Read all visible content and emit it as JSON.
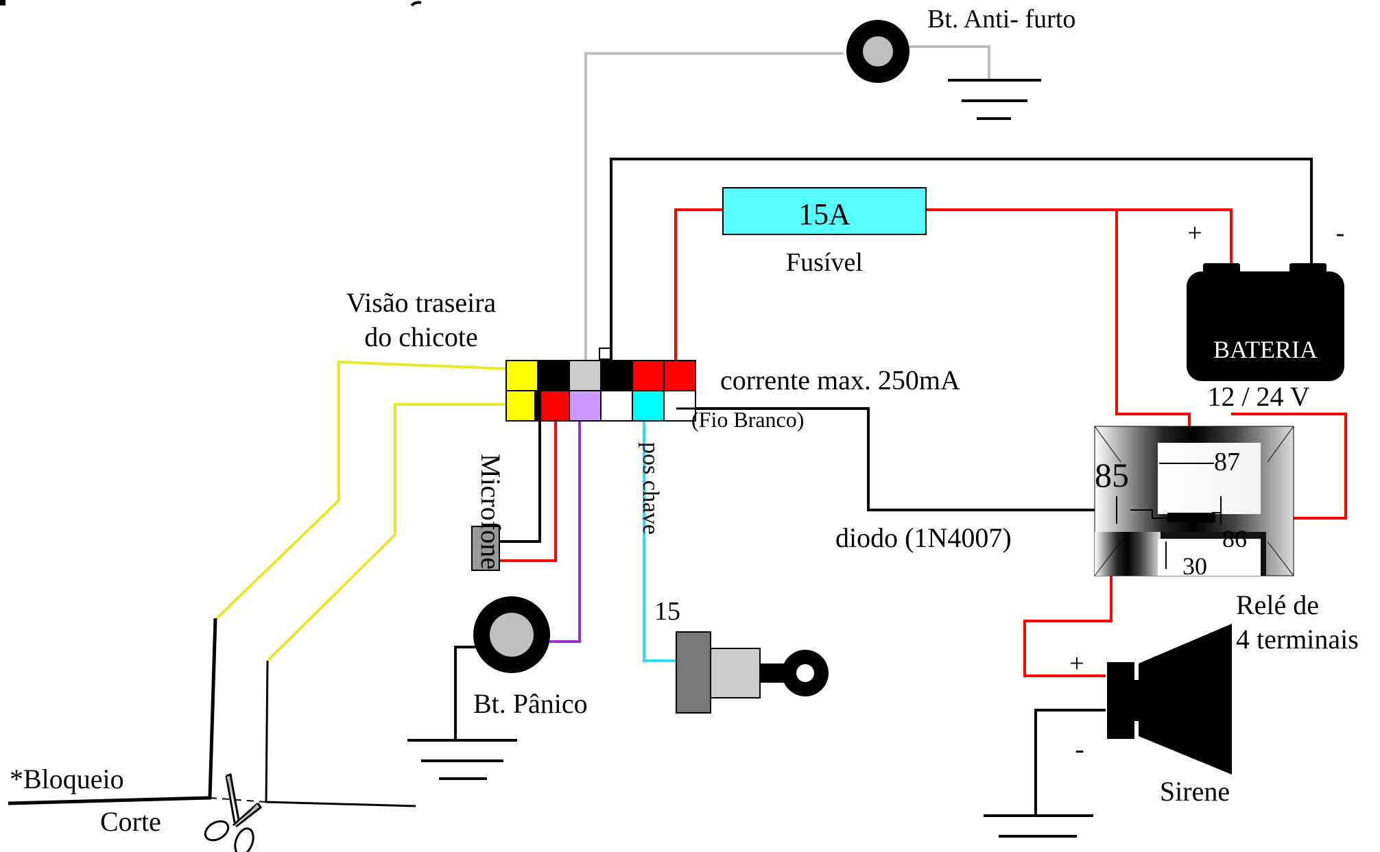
{
  "labels": {
    "anti_furto": "Bt. Anti- furto",
    "fuse_value": "15A",
    "fuse_label": "Fusível",
    "plus": "+",
    "minus": "-",
    "bateria": "BATERIA",
    "bateria_voltage": "12 / 24 V",
    "visao_line1": "Visão traseira",
    "visao_line2": "do chicote",
    "corrente": "corrente max. 250mA",
    "fio_branco": "(Fio Branco)",
    "microfone": "Microfone",
    "pos_chave": "pos chave",
    "diodo": "diodo (1N4007)",
    "relay_85": "85",
    "relay_87": "87",
    "relay_86": "86",
    "relay_30": "30",
    "rele_line1": "Relé de",
    "rele_line2": "4 terminais",
    "key_15": "15",
    "panico": "Bt. Pânico",
    "sirene": "Sirene",
    "siren_plus": "+",
    "siren_minus": "-",
    "bloqueio": "*Bloqueio",
    "corte": "Corte"
  },
  "colors": {
    "red_wire": "#ff0000",
    "black_wire": "#000000",
    "gray_wire": "#bfbfbf",
    "yellow_wire": "#e8e82a",
    "purple_wire": "#9933cc",
    "cyan_wire": "#33ddee",
    "fuse_fill": "#55ffff",
    "connector_yellow": "#ffff00",
    "connector_red": "#ff0000",
    "connector_lightgray": "#cccccc",
    "connector_purple": "#cc99ff",
    "connector_cyan": "#00ffff"
  }
}
